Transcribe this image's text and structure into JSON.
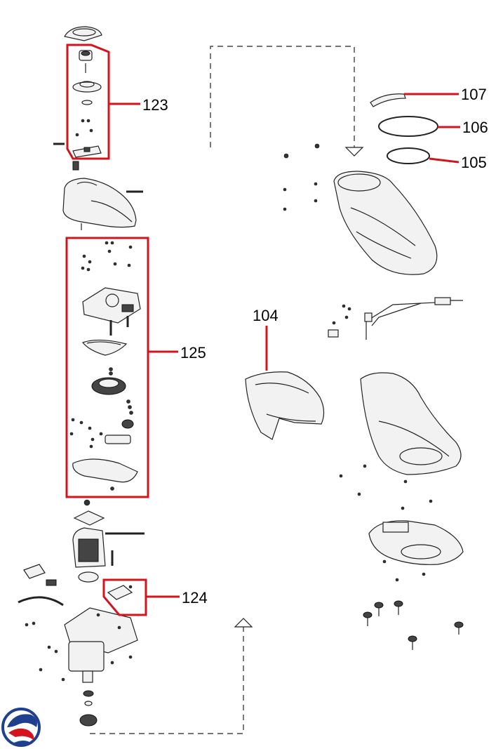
{
  "colors": {
    "callout_red": "#d4141c",
    "line": "#222222",
    "logo_blue": "#1f3f8f",
    "logo_red": "#d4141c"
  },
  "callouts": {
    "c107": "107",
    "c106": "106",
    "c105": "105",
    "c104": "104",
    "c123": "123",
    "c125": "125",
    "c124": "124"
  },
  "logo": {
    "icon": "brand-swirl-icon"
  }
}
